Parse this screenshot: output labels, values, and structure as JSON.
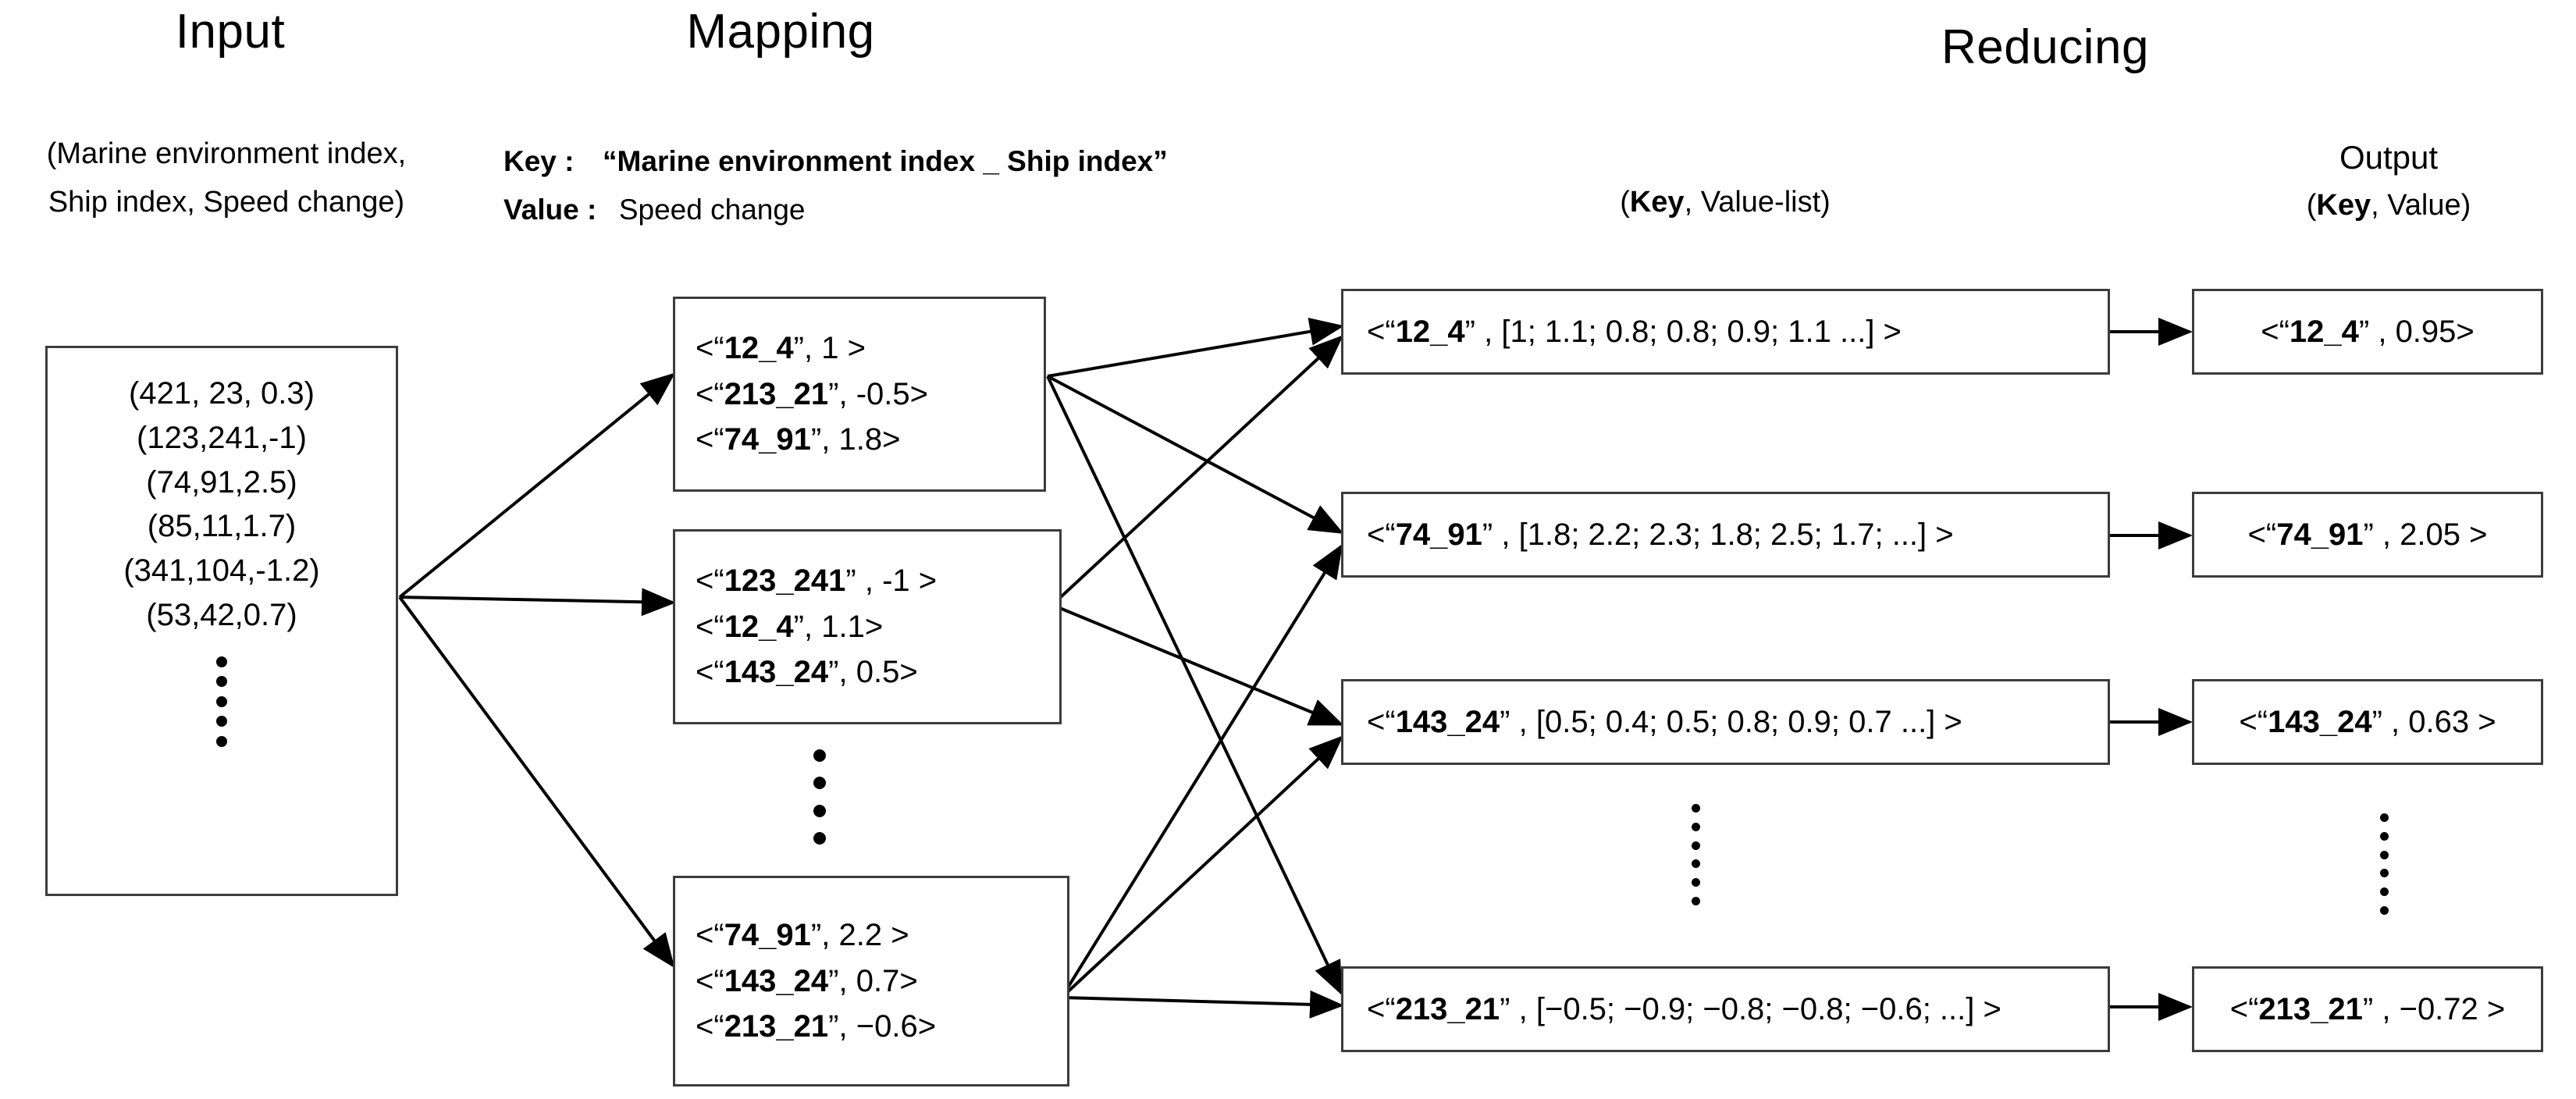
{
  "headings": {
    "input": "Input",
    "mapping": "Mapping",
    "reducing": "Reducing"
  },
  "input": {
    "caption_line1": "(Marine environment index,",
    "caption_line2": "Ship index,  Speed change)",
    "rows": [
      "(421, 23, 0.3)",
      "(123,241,-1)",
      "(74,91,2.5)",
      "(85,11,1.7)",
      "(341,104,-1.2)",
      "(53,42,0.7)"
    ],
    "ellipsis": "vertical-dots"
  },
  "mapping": {
    "key_label": "Key :",
    "key_value": "“Marine environment index _ Ship index”",
    "value_label": "Value :",
    "value_value": "Speed change",
    "boxes": [
      {
        "rows": [
          {
            "key": "12_4",
            "value": "1 "
          },
          {
            "key": "213_21",
            "value": "-0.5"
          },
          {
            "key": "74_91",
            "value": "1.8"
          }
        ]
      },
      {
        "rows": [
          {
            "key": "123_241",
            "value": " -1 "
          },
          {
            "key": "12_4",
            "value": "1.1"
          },
          {
            "key": "143_24",
            "value": "0.5"
          }
        ]
      },
      {
        "rows": [
          {
            "key": "74_91",
            "value": "2.2 "
          },
          {
            "key": "143_24",
            "value": "0.7"
          },
          {
            "key": "213_21",
            "value": "−0.6"
          }
        ]
      }
    ],
    "ellipsis": "vertical-dots"
  },
  "reducing": {
    "col_label": "(<b>Key</b>, Value-list)",
    "col_label_text": "(Key, Value-list)",
    "boxes": [
      {
        "key": "12_4",
        "list": "[1; 1.1; 0.8; 0.8; 0.9; 1.1 ...]"
      },
      {
        "key": "74_91",
        "list": "[1.8; 2.2; 2.3; 1.8; 2.5; 1.7; ...]"
      },
      {
        "key": "143_24",
        "list": "[0.5; 0.4; 0.5; 0.8; 0.9; 0.7 ...]"
      },
      {
        "key": "213_21",
        "list": "[−0.5; −0.9; −0.8; −0.8; −0.6; ...]"
      }
    ],
    "ellipsis": "vertical-dots"
  },
  "output": {
    "title": "Output",
    "col_label_text": "(Key, Value)",
    "boxes": [
      {
        "key": "12_4",
        "value": "0.95"
      },
      {
        "key": "74_91",
        "value": "2.05 "
      },
      {
        "key": "143_24",
        "value": "0.63 "
      },
      {
        "key": "213_21",
        "value": "−0.72 "
      }
    ],
    "ellipsis": "vertical-dots"
  },
  "colors": {
    "stroke": "#3c3c3c",
    "arrow": "#000000",
    "background": "#ffffff",
    "text": "#000000"
  }
}
